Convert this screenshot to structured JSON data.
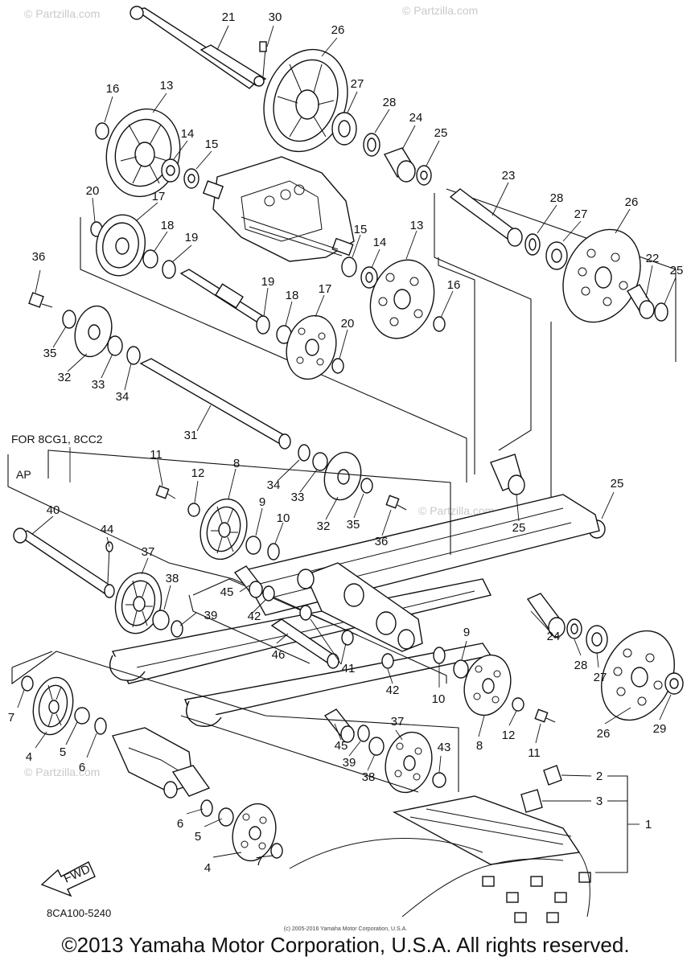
{
  "diagram": {
    "variant_note": "FOR 8CG1, 8CC2",
    "ap_label": "AP",
    "doc_number": "8CA100-5240",
    "fwd_label": "FWD",
    "copyright": "©2013 Yamaha Motor Corporation, U.S.A. All rights reserved.",
    "small_copyright": "(c) 2005-2016 Yamaha Motor Corporation, U.S.A.",
    "watermark": "© Partzilla.com",
    "callouts": [
      "1",
      "2",
      "3",
      "4",
      "5",
      "6",
      "7",
      "8",
      "9",
      "10",
      "11",
      "12",
      "13",
      "14",
      "15",
      "16",
      "17",
      "18",
      "19",
      "20",
      "21",
      "22",
      "23",
      "24",
      "25",
      "26",
      "27",
      "28",
      "29",
      "30",
      "31",
      "32",
      "33",
      "34",
      "35",
      "36",
      "37",
      "38",
      "39",
      "40",
      "41",
      "42",
      "43",
      "44",
      "45",
      "46"
    ]
  }
}
